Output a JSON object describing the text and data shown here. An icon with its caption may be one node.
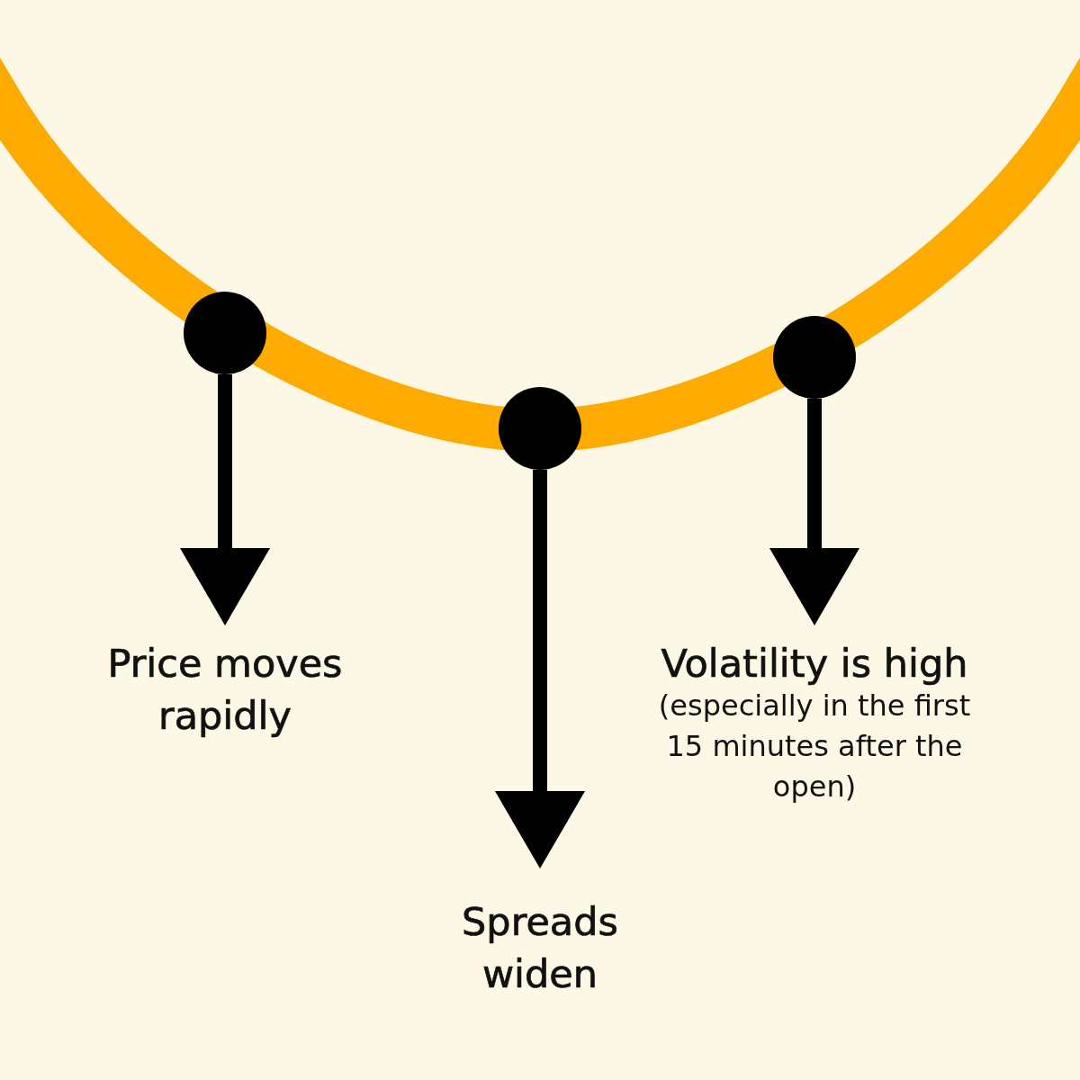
{
  "diagram": {
    "nodes": [
      {
        "text": [],
        "shape": "circle"
      },
      {
        "text": [],
        "shape": "circle"
      },
      {
        "text": [],
        "shape": "circle"
      },
      {
        "text": [
          "Price moves rapidly"
        ]
      },
      {
        "text": [
          "Spreads widen"
        ]
      },
      {
        "text": [
          "Volatility is high",
          "(especially in the first 15 minutes after the open)"
        ]
      }
    ],
    "edges": [
      {
        "from": 0,
        "to": 3,
        "arrow": "to"
      },
      {
        "from": 1,
        "to": 4,
        "arrow": "to"
      },
      {
        "from": 2,
        "to": 5,
        "arrow": "to"
      }
    ]
  }
}
